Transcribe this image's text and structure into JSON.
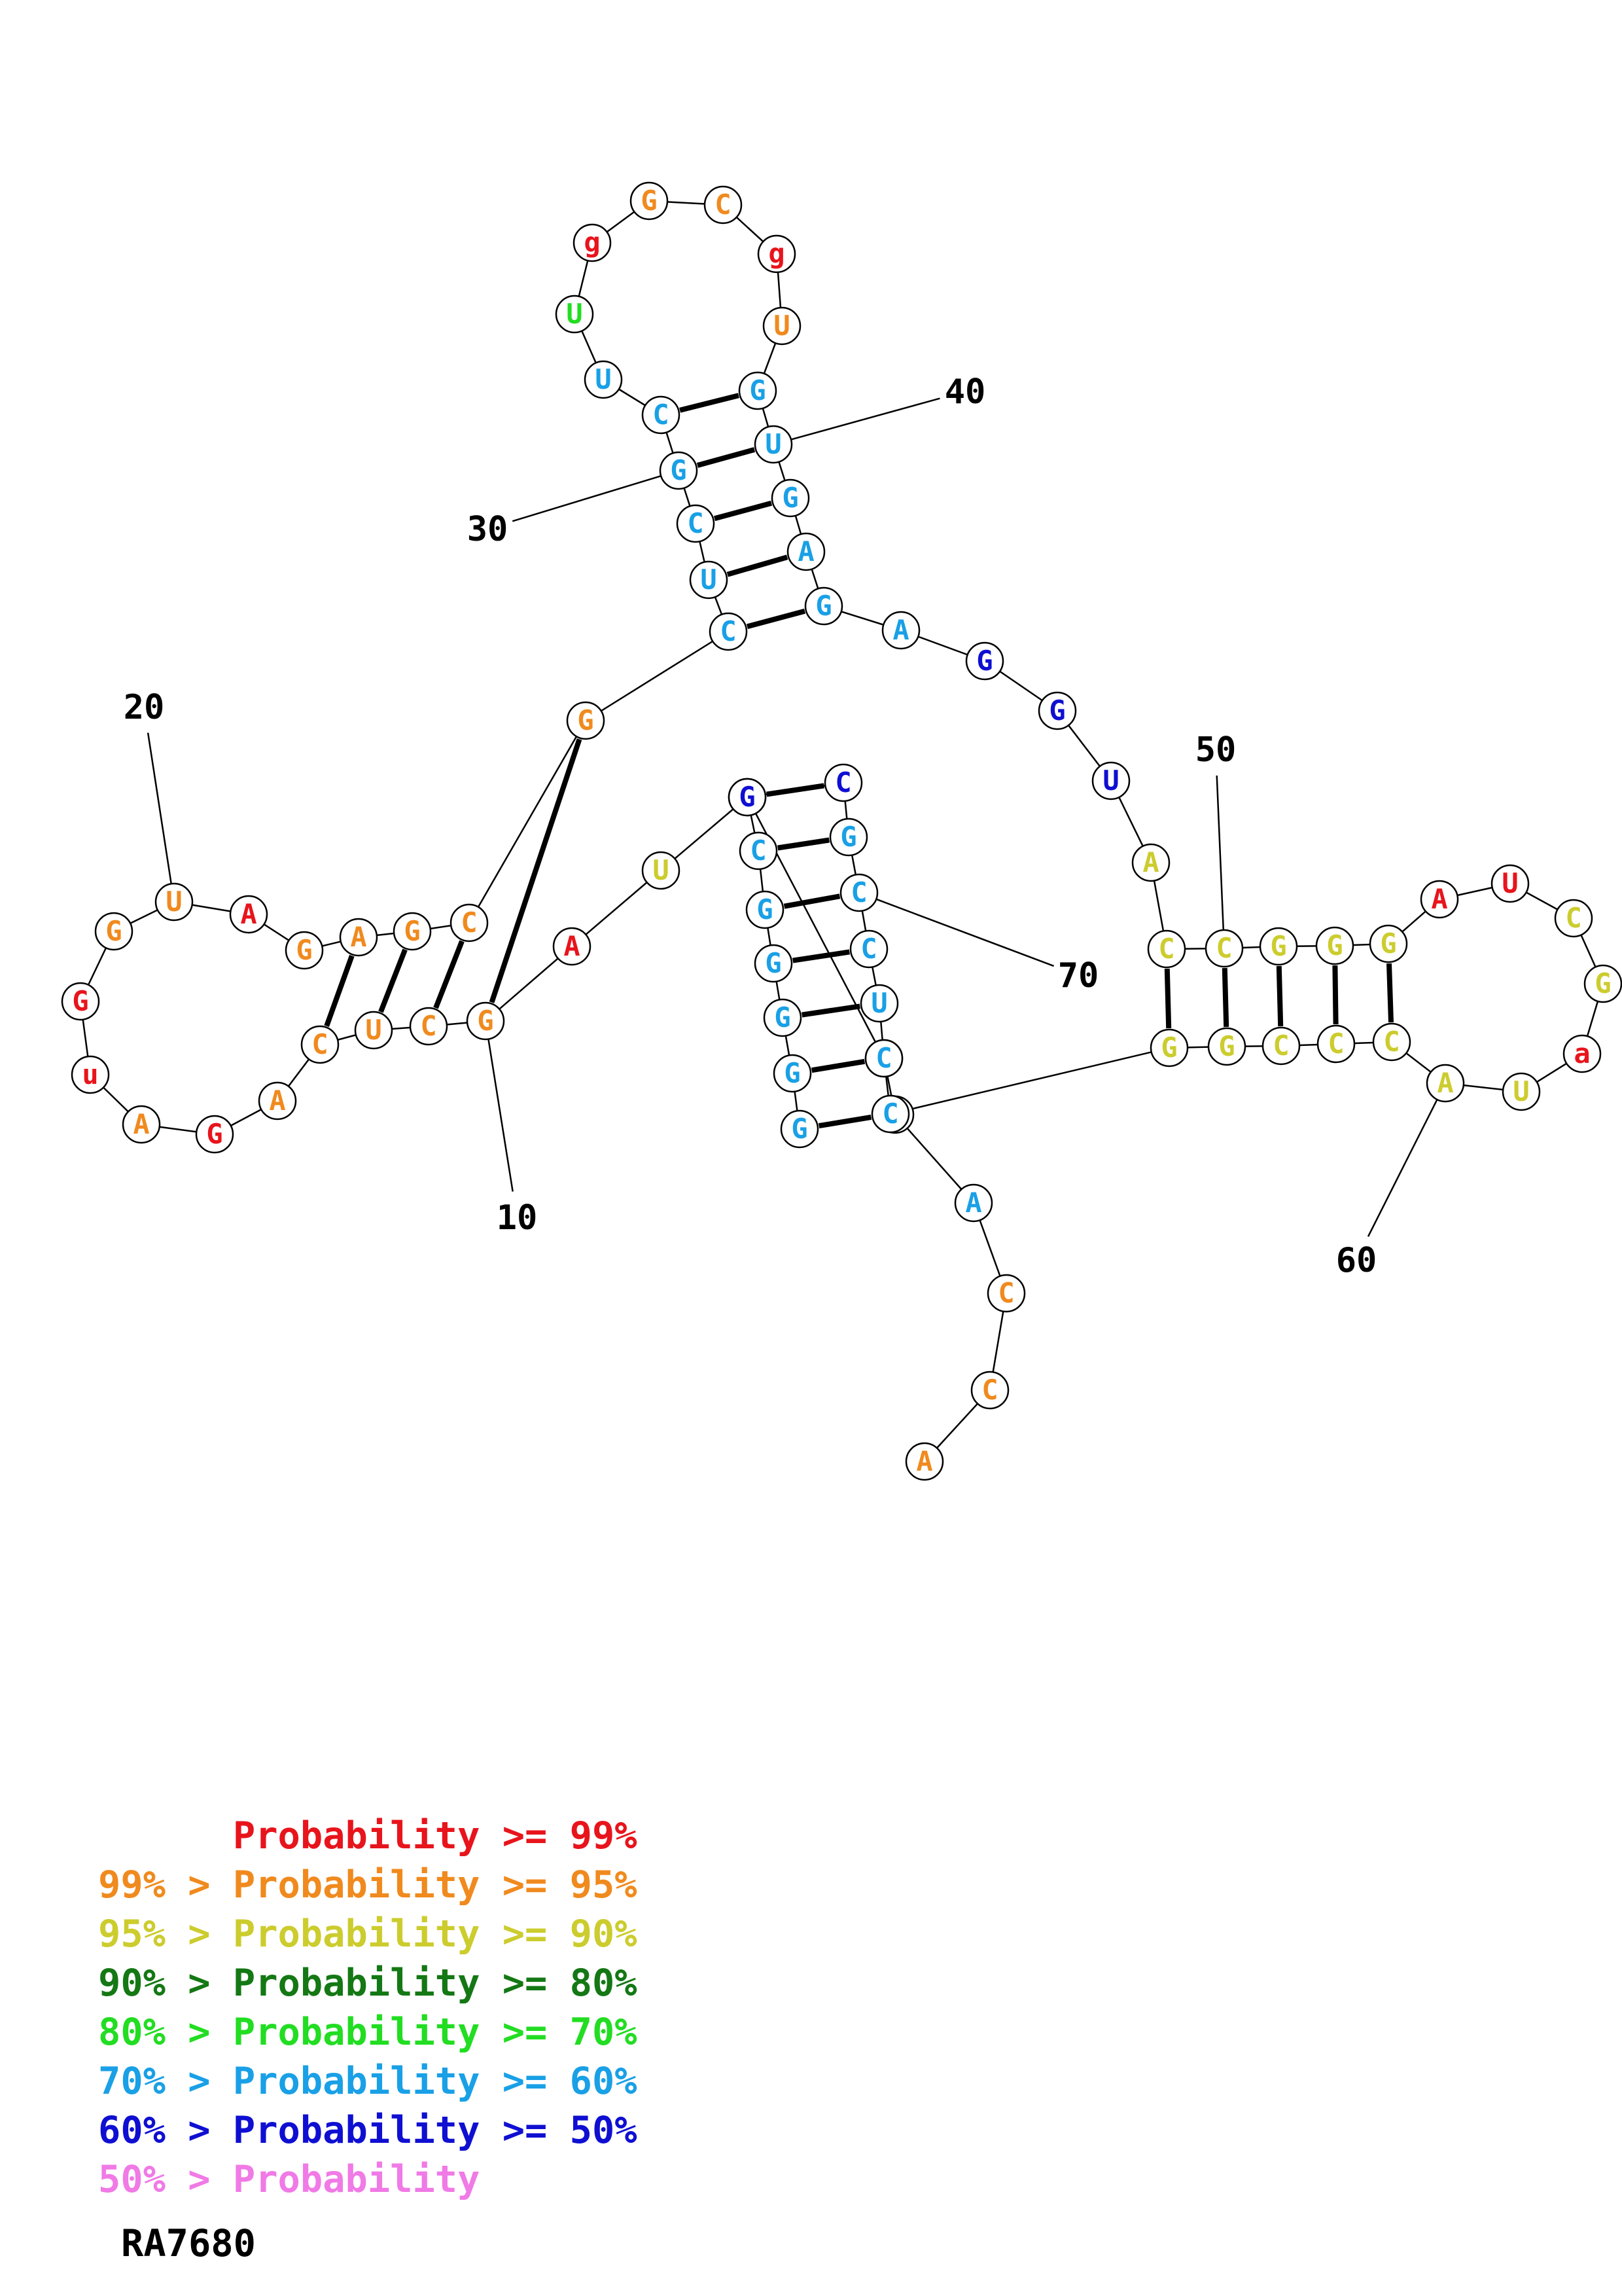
{
  "colors": {
    "p99": "#e8141c",
    "p95": "#f08a1e",
    "p90": "#cccc2e",
    "p80": "#147814",
    "p70": "#22dd22",
    "p60": "#19a0e6",
    "p50": "#0f0fd2",
    "plow": "#f07ae6"
  },
  "sequence": [
    {
      "n": 1,
      "base": "A",
      "cls": "p95"
    },
    {
      "n": 2,
      "base": "C",
      "cls": "p95"
    },
    {
      "n": 3,
      "base": "C",
      "cls": "p95"
    },
    {
      "n": 4,
      "base": "A",
      "cls": "p60"
    },
    {
      "n": 5,
      "base": "C",
      "cls": "p60"
    },
    {
      "n": 6,
      "base": "C",
      "cls": "p60"
    },
    {
      "n": 7,
      "base": "G",
      "cls": "p60"
    },
    {
      "n": 8,
      "base": "U",
      "cls": "p90"
    },
    {
      "n": 9,
      "base": "A",
      "cls": "p99"
    },
    {
      "n": 10,
      "base": "G",
      "cls": "p95"
    },
    {
      "n": 11,
      "base": "C",
      "cls": "p95"
    },
    {
      "n": 12,
      "base": "U",
      "cls": "p95"
    },
    {
      "n": 13,
      "base": "C",
      "cls": "p95"
    },
    {
      "n": 14,
      "base": "A",
      "cls": "p95"
    },
    {
      "n": 15,
      "base": "G",
      "cls": "p99"
    },
    {
      "n": 16,
      "base": "A",
      "cls": "p95"
    },
    {
      "n": 17,
      "base": "u",
      "cls": "p99"
    },
    {
      "n": 18,
      "base": "G",
      "cls": "p99"
    },
    {
      "n": 19,
      "base": "G",
      "cls": "p95"
    },
    {
      "n": 20,
      "base": "U",
      "cls": "p95"
    },
    {
      "n": 21,
      "base": "A",
      "cls": "p99"
    },
    {
      "n": 22,
      "base": "G",
      "cls": "p95"
    },
    {
      "n": 23,
      "base": "A",
      "cls": "p95"
    },
    {
      "n": 24,
      "base": "G",
      "cls": "p95"
    },
    {
      "n": 25,
      "base": "C",
      "cls": "p95"
    },
    {
      "n": 26,
      "base": "G",
      "cls": "p95"
    },
    {
      "n": 27,
      "base": "C",
      "cls": "p60"
    },
    {
      "n": 28,
      "base": "U",
      "cls": "p60"
    },
    {
      "n": 29,
      "base": "C",
      "cls": "p60"
    },
    {
      "n": 30,
      "base": "G",
      "cls": "p60"
    },
    {
      "n": 31,
      "base": "C",
      "cls": "p60"
    },
    {
      "n": 32,
      "base": "U",
      "cls": "p60"
    },
    {
      "n": 33,
      "base": "U",
      "cls": "p70"
    },
    {
      "n": 34,
      "base": "g",
      "cls": "p99"
    },
    {
      "n": 35,
      "base": "G",
      "cls": "p95"
    },
    {
      "n": 36,
      "base": "C",
      "cls": "p95"
    },
    {
      "n": 37,
      "base": "g",
      "cls": "p99"
    },
    {
      "n": 38,
      "base": "U",
      "cls": "p95"
    },
    {
      "n": 39,
      "base": "G",
      "cls": "p60"
    },
    {
      "n": 40,
      "base": "U",
      "cls": "p60"
    },
    {
      "n": 41,
      "base": "G",
      "cls": "p60"
    },
    {
      "n": 42,
      "base": "A",
      "cls": "p60"
    },
    {
      "n": 43,
      "base": "G",
      "cls": "p60"
    },
    {
      "n": 44,
      "base": "A",
      "cls": "p60"
    },
    {
      "n": 45,
      "base": "G",
      "cls": "p50"
    },
    {
      "n": 46,
      "base": "G",
      "cls": "p50"
    },
    {
      "n": 47,
      "base": "U",
      "cls": "p50"
    },
    {
      "n": 48,
      "base": "A",
      "cls": "p90"
    },
    {
      "n": 49,
      "base": "C",
      "cls": "p90"
    },
    {
      "n": 50,
      "base": "C",
      "cls": "p90"
    },
    {
      "n": 51,
      "base": "G",
      "cls": "p90"
    },
    {
      "n": 52,
      "base": "G",
      "cls": "p90"
    },
    {
      "n": 53,
      "base": "G",
      "cls": "p90"
    },
    {
      "n": 54,
      "base": "A",
      "cls": "p99"
    },
    {
      "n": 55,
      "base": "U",
      "cls": "p99"
    },
    {
      "n": 56,
      "base": "C",
      "cls": "p90"
    },
    {
      "n": 57,
      "base": "G",
      "cls": "p90"
    },
    {
      "n": 58,
      "base": "a",
      "cls": "p99"
    },
    {
      "n": 59,
      "base": "U",
      "cls": "p90"
    },
    {
      "n": 60,
      "base": "A",
      "cls": "p90"
    },
    {
      "n": 61,
      "base": "C",
      "cls": "p90"
    },
    {
      "n": 62,
      "base": "C",
      "cls": "p90"
    },
    {
      "n": 63,
      "base": "C",
      "cls": "p90"
    },
    {
      "n": 64,
      "base": "G",
      "cls": "p90"
    },
    {
      "n": 65,
      "base": "G",
      "cls": "p90"
    },
    {
      "n": 66,
      "base": "C",
      "cls": "p60"
    },
    {
      "n": 67,
      "base": "C",
      "cls": "p60"
    },
    {
      "n": 68,
      "base": "U",
      "cls": "p60"
    },
    {
      "n": 69,
      "base": "C",
      "cls": "p60"
    },
    {
      "n": 70,
      "base": "C",
      "cls": "p60"
    },
    {
      "n": 71,
      "base": "G",
      "cls": "p60"
    },
    {
      "n": 72,
      "base": "C",
      "cls": "p50"
    },
    {
      "n": 73,
      "base": "G",
      "cls": "p50"
    },
    {
      "n": 74,
      "base": "C",
      "cls": "p60"
    },
    {
      "n": 75,
      "base": "G",
      "cls": "p60"
    },
    {
      "n": 76,
      "base": "G",
      "cls": "p60"
    },
    {
      "n": 77,
      "base": "G",
      "cls": "p60"
    },
    {
      "n": 78,
      "base": "G",
      "cls": "p60"
    },
    {
      "n": 79,
      "base": "G",
      "cls": "p60"
    }
  ],
  "base_pairs": [
    [
      10,
      26
    ],
    [
      11,
      25
    ],
    [
      12,
      24
    ],
    [
      13,
      23
    ],
    [
      27,
      43
    ],
    [
      28,
      42
    ],
    [
      29,
      41
    ],
    [
      30,
      40
    ],
    [
      31,
      39
    ],
    [
      49,
      65
    ],
    [
      50,
      64
    ],
    [
      51,
      63
    ],
    [
      52,
      62
    ],
    [
      53,
      61
    ],
    [
      66,
      79
    ],
    [
      67,
      78
    ],
    [
      68,
      77
    ],
    [
      69,
      76
    ],
    [
      70,
      75
    ],
    [
      71,
      74
    ],
    [
      72,
      73
    ]
  ],
  "position_labels": [
    {
      "n": 10,
      "text": "10"
    },
    {
      "n": 20,
      "text": "20"
    },
    {
      "n": 30,
      "text": "30"
    },
    {
      "n": 40,
      "text": "40"
    },
    {
      "n": 50,
      "text": "50"
    },
    {
      "n": 60,
      "text": "60"
    },
    {
      "n": 70,
      "text": "70"
    }
  ],
  "legend": [
    {
      "prefix": "",
      "label": "Probability",
      "suffix": " >= 99%",
      "cls": "p99"
    },
    {
      "prefix": "99% > ",
      "label": "Probability",
      "suffix": " >= 95%",
      "cls": "p95"
    },
    {
      "prefix": "95% > ",
      "label": "Probability",
      "suffix": " >= 90%",
      "cls": "p90"
    },
    {
      "prefix": "90% > ",
      "label": "Probability",
      "suffix": " >= 80%",
      "cls": "p80"
    },
    {
      "prefix": "80% > ",
      "label": "Probability",
      "suffix": " >= 70%",
      "cls": "p70"
    },
    {
      "prefix": "70% > ",
      "label": "Probability",
      "suffix": " >= 60%",
      "cls": "p60"
    },
    {
      "prefix": "60% > ",
      "label": "Probability",
      "suffix": " >= 50%",
      "cls": "p50"
    },
    {
      "prefix": "50% > ",
      "label": "Probability",
      "suffix": "",
      "cls": "plow"
    }
  ],
  "name": "RA7680"
}
